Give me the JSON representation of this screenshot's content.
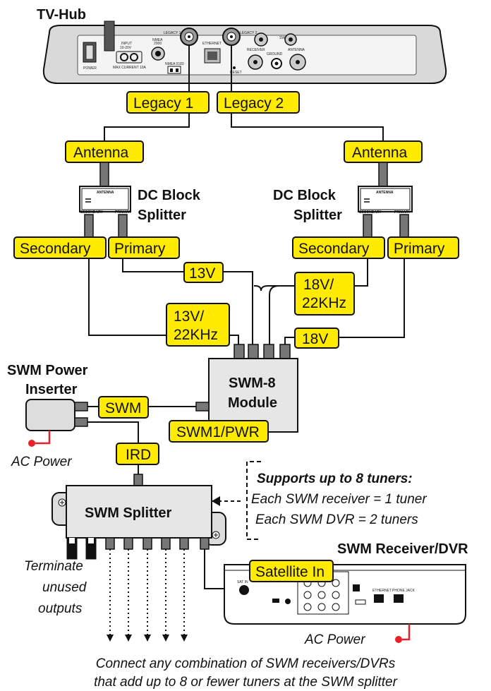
{
  "headings": {
    "tv_hub": "TV-Hub",
    "dc_block_left_1": "DC Block",
    "dc_block_left_2": "Splitter",
    "dc_block_right_1": "DC Block",
    "dc_block_right_2": "Splitter",
    "swm_power_1": "SWM Power",
    "swm_power_2": "Inserter",
    "swm8_1": "SWM-8",
    "swm8_2": "Module",
    "swm_splitter": "SWM Splitter",
    "receiver_title": "SWM Receiver/DVR",
    "supports": "Supports up to 8 tuners:"
  },
  "tags": {
    "legacy1": "Legacy 1",
    "legacy2": "Legacy 2",
    "antenna_left": "Antenna",
    "antenna_right": "Antenna",
    "secondary_left": "Secondary",
    "primary_left": "Primary",
    "secondary_right": "Secondary",
    "primary_right": "Primary",
    "v13": "13V",
    "v18_22_a": "18V/",
    "v18_22_b": "22KHz",
    "v13_22_a": "13V/",
    "v13_22_b": "22KHz",
    "v18": "18V",
    "swm": "SWM",
    "swm1pwr": "SWM1/PWR",
    "ird": "IRD",
    "satellite_in": "Satellite In"
  },
  "notes": {
    "ac_power_left": "AC Power",
    "ac_power_right": "AC Power",
    "each_receiver": "Each SWM receiver = 1 tuner",
    "each_dvr": "Each SWM DVR = 2 tuners",
    "terminate_1": "Terminate",
    "terminate_2": "unused",
    "terminate_3": "outputs",
    "footer_1": "Connect any combination of SWM receivers/DVRs",
    "footer_2": "that add up to 8 or fewer tuners at the SWM splitter"
  },
  "hub_panel": {
    "power": "POWER",
    "input": "INPUT",
    "input_v": "10-20V",
    "max_current": "MAX CURRENT 10A",
    "nmea2000": "NMEA",
    "nmea2000_b": "2000",
    "nmea0183": "NMEA 0183",
    "legacy1": "LEGACY 1",
    "legacy2": "LEGACY 2",
    "ethernet": "ETHERNET",
    "reset": "RESET",
    "swm": "SWM",
    "receiver": "RECEIVER",
    "ground": "GROUND",
    "antenna": "ANTENNA"
  },
  "splitter_labels": {
    "antenna": "ANTENNA",
    "secondary": "SECONDARY",
    "primary": "PRIMARY"
  },
  "receiver_panel": {
    "sat_in": "SAT IN",
    "ethernet": "ETHERNET",
    "phone_jack": "PHONE JACK"
  },
  "colors": {
    "tag_fill": "#ffeb00",
    "power_plug": "#e8202a"
  }
}
